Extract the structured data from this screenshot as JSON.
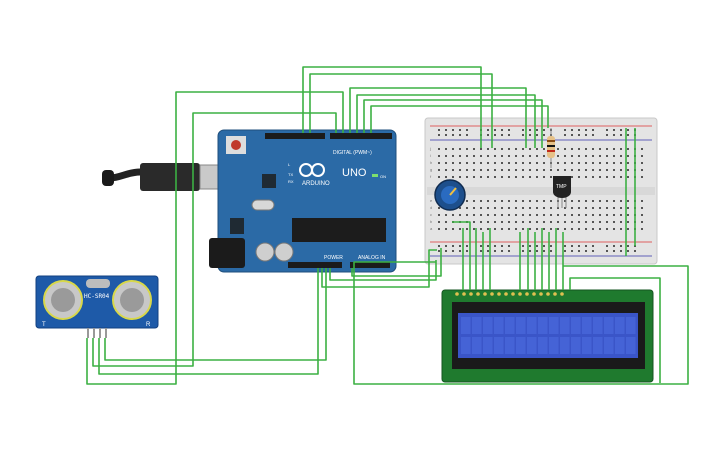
{
  "arduino": {
    "brand": "ARDUINO",
    "model": "UNO",
    "digital_label": "DIGITAL (PWM~)",
    "power_label": "POWER",
    "analog_label": "ANALOG IN",
    "on_label": "ON",
    "tx_label": "TX",
    "rx_label": "RX",
    "l_label": "L"
  },
  "sensor": {
    "label": "HC-SR04",
    "pin_left": "T",
    "pin_right": "R"
  },
  "temp_sensor": {
    "label": "TMP"
  },
  "breadboard": {
    "row_letters_top": [
      "a",
      "b",
      "c",
      "d",
      "e"
    ],
    "row_letters_bottom": [
      "f",
      "g",
      "h",
      "i",
      "j"
    ]
  },
  "colors": {
    "wire": "#3cb043",
    "arduino_board": "#2b6aa6",
    "lcd_board": "#1f7a2e",
    "lcd_screen": "#3a55c8",
    "sensor_board": "#1e5aa8",
    "breadboard": "#e6e6e6"
  }
}
